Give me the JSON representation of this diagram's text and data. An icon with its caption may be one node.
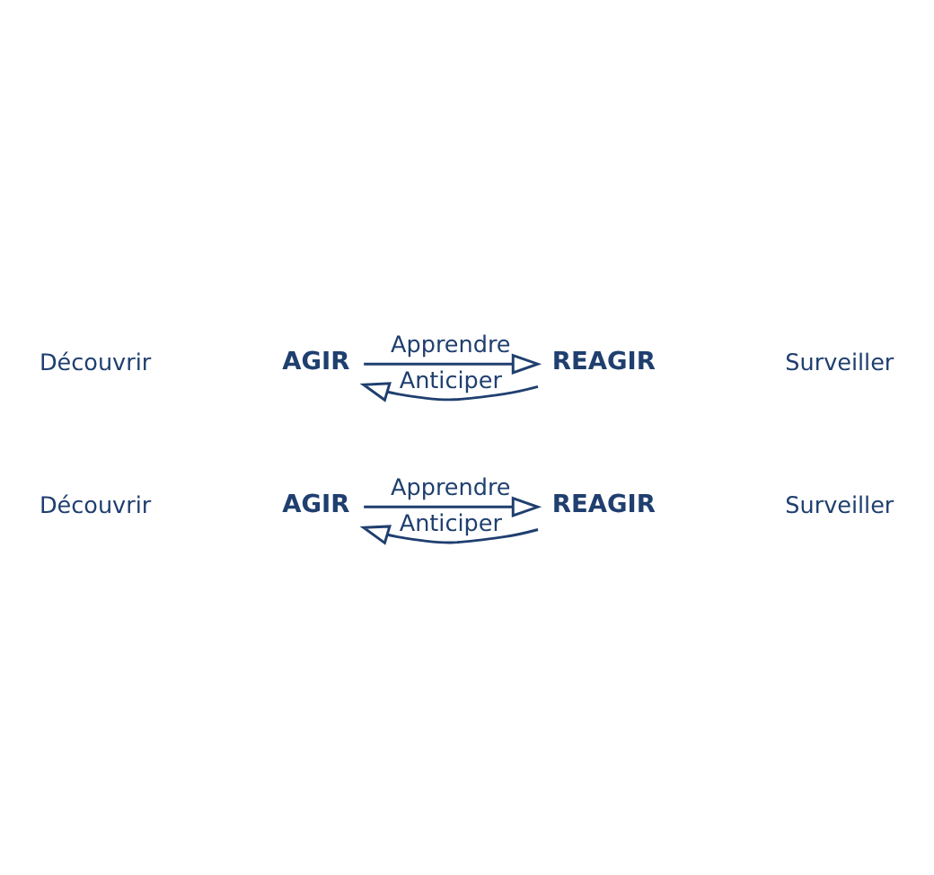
{
  "diagram": {
    "nodes": [
      {
        "text": [
          "AGIR"
        ]
      },
      {
        "text": [
          "REAGIR"
        ]
      },
      {
        "text": [
          "AGIR"
        ]
      },
      {
        "text": [
          "REAGIR"
        ]
      }
    ],
    "edges": [
      {
        "from": 1,
        "to": 0,
        "arrow": "to",
        "label": "Anticiper"
      },
      {
        "from": 0,
        "to": 1,
        "arrow": "to",
        "label": "Apprendre"
      },
      {
        "from": 3,
        "to": 2,
        "arrow": "to",
        "label": "Anticiper"
      },
      {
        "from": 2,
        "to": 3,
        "arrow": "to",
        "label": "Apprendre"
      }
    ],
    "labels": [
      "Découvrir",
      "Surveiller",
      "Découvrir",
      "Surveiller"
    ]
  }
}
